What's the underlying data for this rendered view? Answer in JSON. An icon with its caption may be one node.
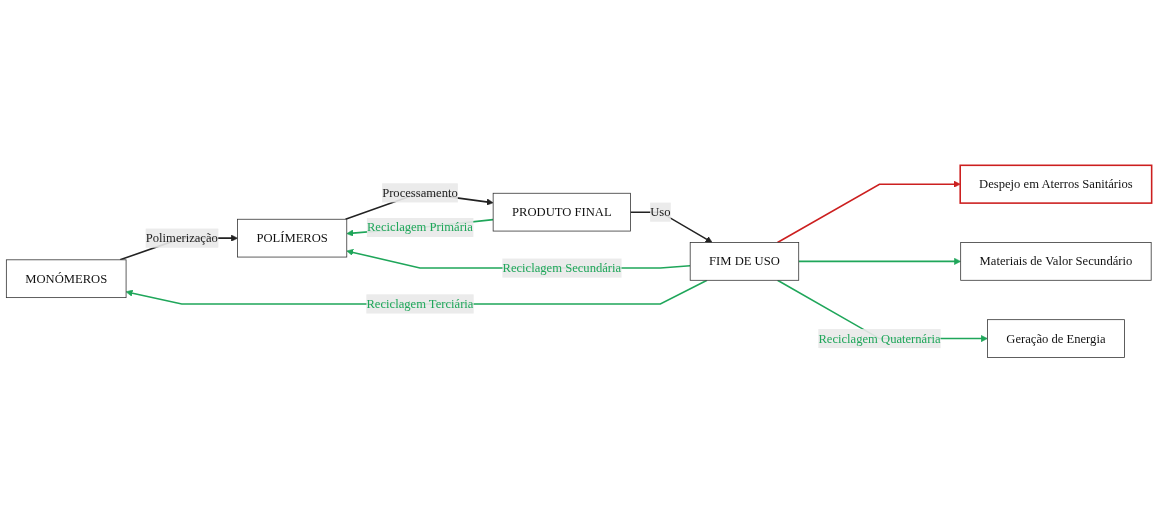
{
  "diagram": {
    "nodes": [
      {
        "text": [
          "MONÓMEROS"
        ]
      },
      {
        "text": [
          "POLÍMEROS"
        ]
      },
      {
        "text": [
          "PRODUTO FINAL"
        ]
      },
      {
        "text": [
          "FIM DE USO"
        ]
      },
      {
        "text": [
          "Despejo em Aterros Sanitários"
        ]
      },
      {
        "text": [
          "Materiais de Valor Secundário"
        ]
      },
      {
        "text": [
          "Geração de Energia"
        ]
      }
    ],
    "edges": [
      {
        "from": 0,
        "to": 1,
        "arrow": "to",
        "label": "Polimerização",
        "color": "#222222"
      },
      {
        "from": 1,
        "to": 2,
        "arrow": "to",
        "label": "Processamento",
        "color": "#222222"
      },
      {
        "from": 2,
        "to": 3,
        "arrow": "to",
        "label": "Uso",
        "color": "#222222"
      },
      {
        "from": 3,
        "to": 4,
        "arrow": "to",
        "color": "#cc1f1f"
      },
      {
        "from": 2,
        "to": 1,
        "arrow": "to",
        "label": "Reciclagem Primária",
        "color": "#1fa65a"
      },
      {
        "from": 3,
        "to": 1,
        "arrow": "to",
        "label": "Reciclagem Secundária",
        "color": "#1fa65a"
      },
      {
        "from": 3,
        "to": 0,
        "arrow": "to",
        "label": "Reciclagem Terciária",
        "color": "#1fa65a"
      },
      {
        "from": 3,
        "to": 5,
        "arrow": "to",
        "color": "#1fa65a"
      },
      {
        "from": 3,
        "to": 6,
        "arrow": "to",
        "label": "Reciclagem Quaternária",
        "color": "#1fa65a"
      }
    ]
  }
}
